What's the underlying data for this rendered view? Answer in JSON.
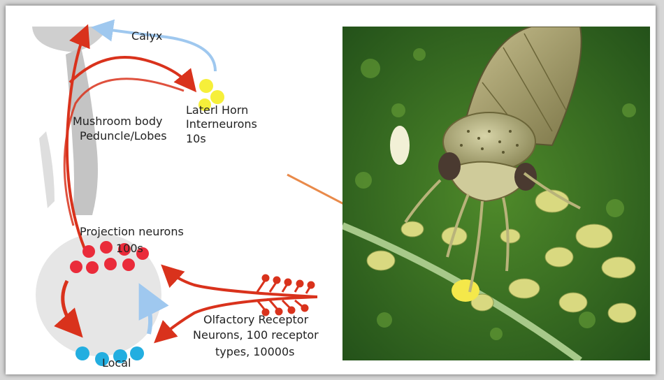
{
  "labels": {
    "calyx": "Calyx",
    "lateral_horn_line1": "Laterl Horn",
    "lateral_horn_line2": "Interneurons",
    "lateral_horn_line3": "10s",
    "mushroom_line1": "Mushroom body",
    "mushroom_line2": "Peduncle/Lobes",
    "projection_line1": "Projection neurons",
    "projection_line2": "100s",
    "orn_line1": "Olfactory Receptor",
    "orn_line2": "Neurons, 100 receptor",
    "orn_line3": "types, 10000s",
    "local": "Local"
  },
  "colors": {
    "red_arrow": "#d9321c",
    "blue_arrow": "#9fc8ef",
    "yellow_node": "#f6ef3a",
    "red_node": "#ea2b3a",
    "cyan_node": "#23aee0",
    "orange_pointer": "#e98a4a",
    "mushroom_gray": "#cfcfcf",
    "antennal_lobe_gray": "#e6e6e6"
  },
  "photo": {
    "subject": "leafhopper-insect-on-green-leaf"
  }
}
